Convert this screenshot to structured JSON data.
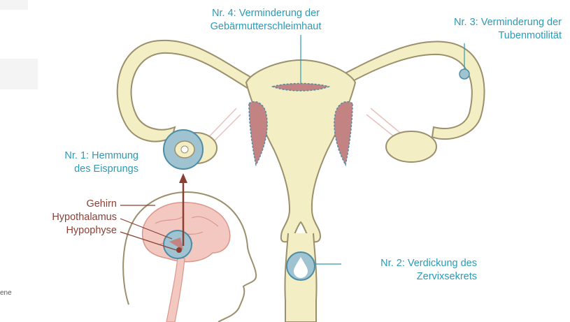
{
  "labels": {
    "n4": {
      "line1": "Nr. 4: Verminderung der",
      "line2": "Gebärmutterschleimhaut"
    },
    "n3": {
      "line1": "Nr. 3: Verminderung der",
      "line2": "Tubenmotilität"
    },
    "n1": {
      "line1": "Nr. 1: Hemmung",
      "line2": "des Eisprungs"
    },
    "n2": {
      "line1": "Nr. 2: Verdickung des",
      "line2": "Zervixsekrets"
    },
    "brain": {
      "gehirn": "Gehirn",
      "hypothalamus": "Hypothalamus",
      "hypophyse": "Hypophyse"
    }
  },
  "partial_text": "ene",
  "colors": {
    "label_teal": "#2d9ab5",
    "label_brown": "#8b3f33",
    "organ_fill": "#f3eec3",
    "organ_stroke": "#9b8f6d",
    "muscle": "#c48383",
    "circle_fill": "#9fc3d1",
    "circle_stroke": "#4d8ca6",
    "arrow": "#8b3f33",
    "brain": "#f3c8c1"
  }
}
